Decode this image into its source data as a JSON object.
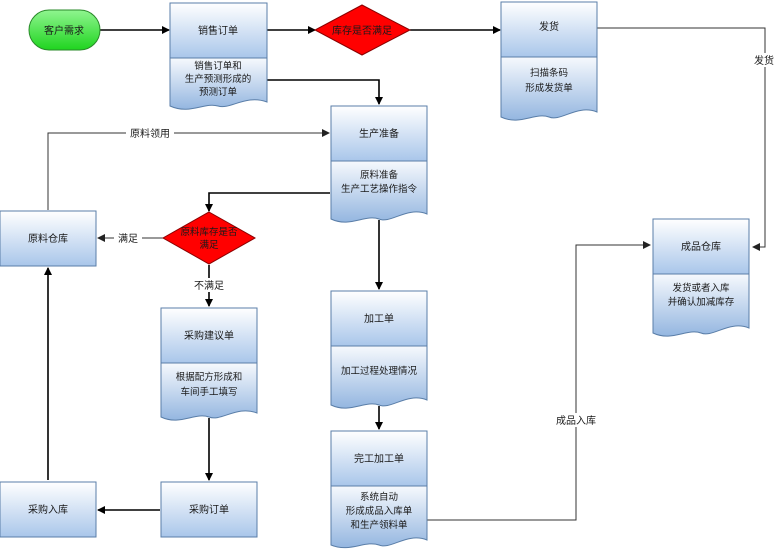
{
  "diagram": {
    "start": "客户需求",
    "sales_order": {
      "title": "销售订单",
      "doc": [
        "销售订单和",
        "生产预测形成的",
        "预测订单"
      ]
    },
    "stock_check": "库存是否满足",
    "ship": {
      "title": "发货",
      "doc": [
        "扫描条码",
        "形成发货单"
      ]
    },
    "ship_label": "发货",
    "prod_prep": {
      "title": "生产准备",
      "doc": [
        "原料准备",
        "生产工艺操作指令"
      ]
    },
    "material_use_label": "原料领用",
    "raw_warehouse": "原料仓库",
    "raw_check": [
      "原料库存是否",
      "满足"
    ],
    "satisfied_label": "满足",
    "not_satisfied_label": "不满足",
    "purchase_suggest": {
      "title": "采购建议单",
      "doc": [
        "根据配方形成和",
        "车间手工填写"
      ]
    },
    "purchase_order": "采购订单",
    "purchase_in": "采购入库",
    "process": {
      "title": "加工单",
      "doc": [
        "加工过程处理情况"
      ]
    },
    "complete": {
      "title": "完工加工单",
      "doc": [
        "系统自动",
        "形成成品入库单",
        "和生产领料单"
      ]
    },
    "finished_in_label": "成品入库",
    "finished_warehouse": {
      "title": "成品仓库",
      "doc": [
        "发货或者入库",
        "并确认加减库存"
      ]
    }
  }
}
